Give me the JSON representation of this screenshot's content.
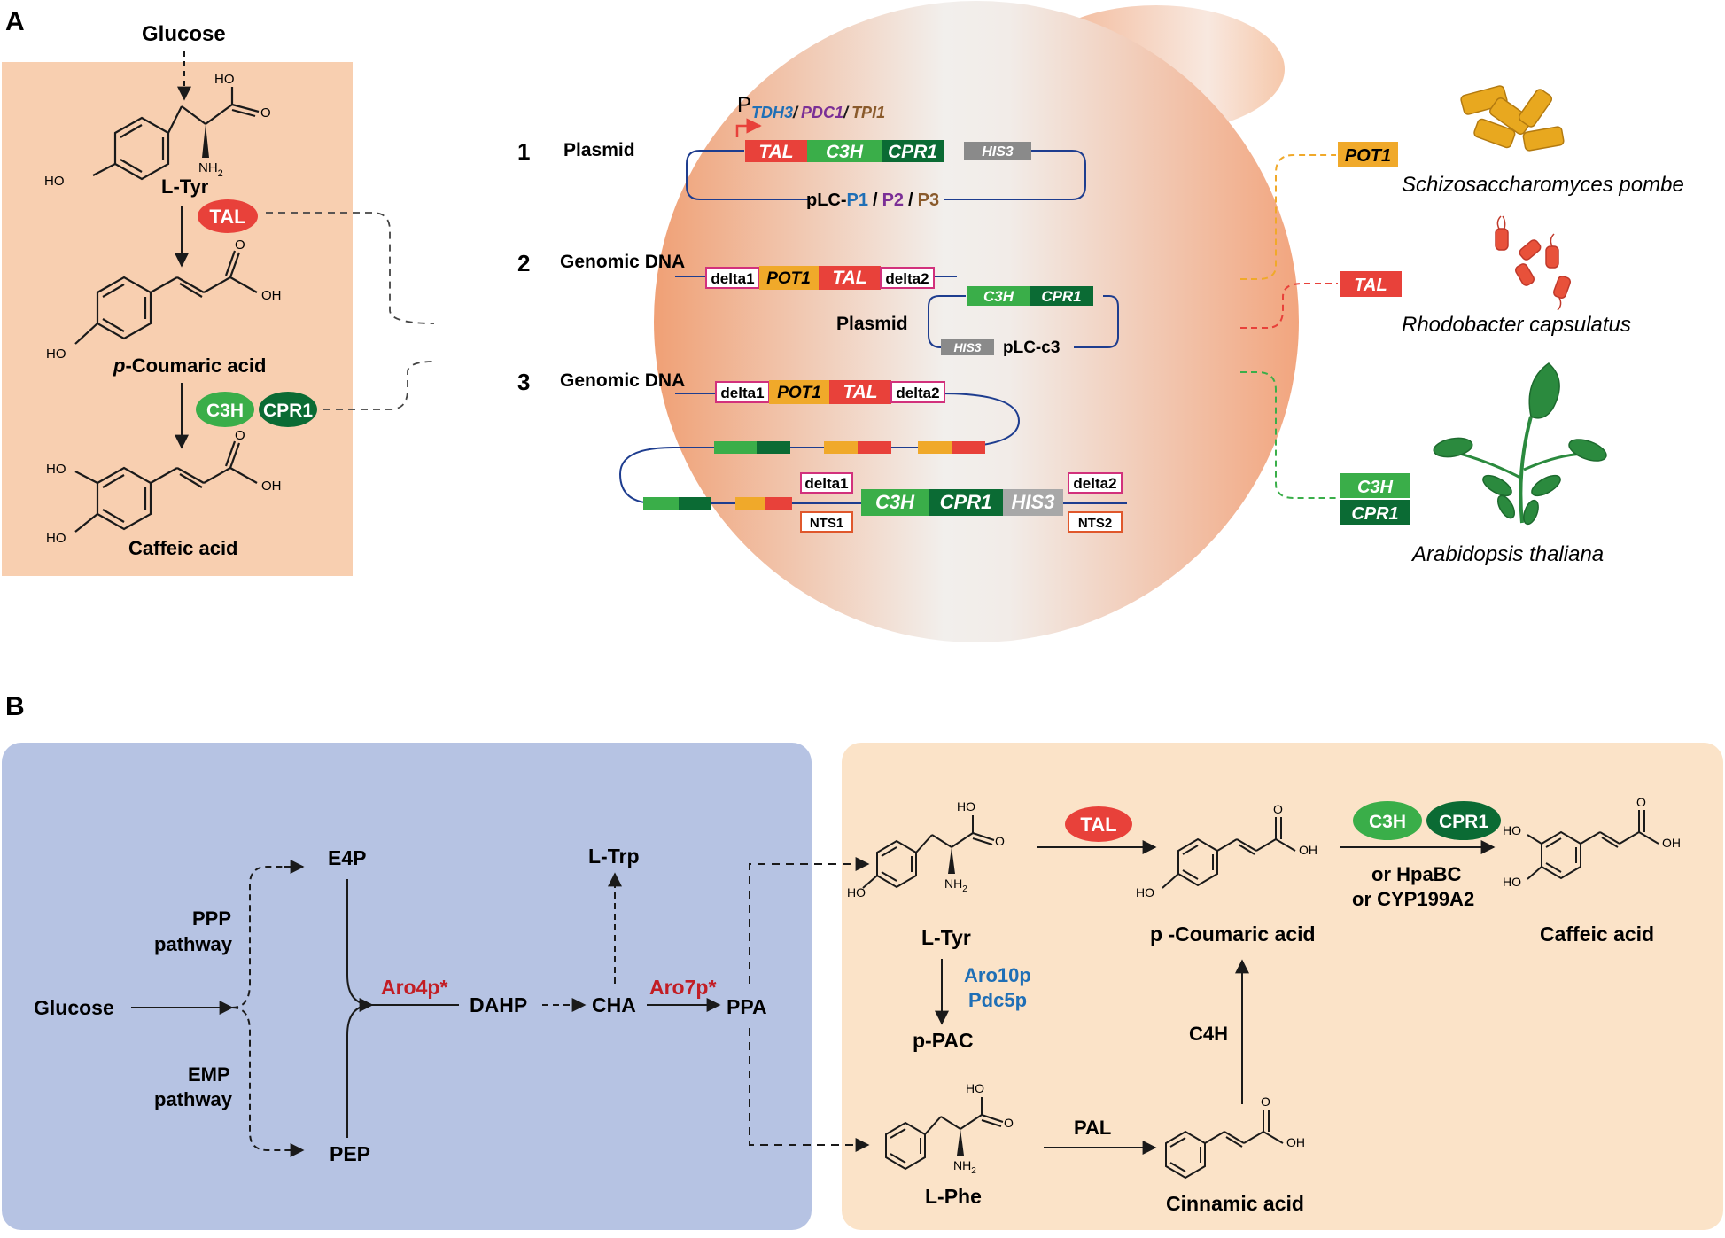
{
  "panel_a": {
    "panel_label": "A",
    "left": {
      "glucose": "Glucose",
      "ltyr": "L-Tyr",
      "tal": "TAL",
      "coumaric_p": "p",
      "coumaric_rest": "-Coumaric acid",
      "c3h": "C3H",
      "cpr1": "CPR1",
      "caffeic": "Caffeic acid",
      "ho": "HO",
      "oh": "OH",
      "o": "O",
      "nh2": "NH",
      "nh2_sub": "2"
    },
    "strategies": {
      "promoter_p": "P",
      "promoter_1": "TDH3",
      "promoter_2": "PDC1",
      "promoter_3": "TPI1",
      "slash": "/",
      "n1": "1",
      "n2": "2",
      "n3": "3",
      "plasmid": "Plasmid",
      "genomic": "Genomic DNA",
      "tal": "TAL",
      "c3h": "C3H",
      "cpr1": "CPR1",
      "his3": "HIS3",
      "pot1": "POT1",
      "delta1": "delta1",
      "delta2": "delta2",
      "plc_prefix": "pLC-",
      "p1": "P1",
      "p2": "P2",
      "p3": "P3",
      "plc_c3": "pLC-c3",
      "nts1": "NTS1",
      "nts2": "NTS2"
    },
    "sources": {
      "pot1": "POT1",
      "s_pombe": "Schizosaccharomyces pombe",
      "tal": "TAL",
      "r_caps": "Rhodobacter capsulatus",
      "c3h": "C3H",
      "cpr1": "CPR1",
      "a_thal": "Arabidopsis thaliana"
    }
  },
  "panel_b": {
    "panel_label": "B",
    "glucose": "Glucose",
    "ppp": "PPP",
    "ppp2": "pathway",
    "emp": "EMP",
    "emp2": "pathway",
    "e4p": "E4P",
    "pep": "PEP",
    "aro4": "Aro4p*",
    "dahp": "DAHP",
    "cha": "CHA",
    "ltrp": "L-Trp",
    "aro7": "Aro7p*",
    "ppa": "PPA",
    "ltyr": "L-Tyr",
    "aro10": "Aro10p",
    "pdc5": "Pdc5p",
    "ppac": "p-PAC",
    "tal": "TAL",
    "coumaric": "p -Coumaric acid",
    "c3h": "C3H",
    "cpr1": "CPR1",
    "hpabc": "or HpaBC",
    "cyp": "or CYP199A2",
    "caffeic": "Caffeic acid",
    "c4h": "C4H",
    "lphe": "L-Phe",
    "pal": "PAL",
    "cinnamic": "Cinnamic acid",
    "ho": "HO",
    "oh": "OH",
    "o": "O",
    "nh2": "NH",
    "nh2_sub": "2"
  },
  "colors": {
    "red": "#e8413a",
    "light_green": "#3aae49",
    "dark_green": "#0b6b34",
    "orange": "#f0a92a",
    "gray": "#8a8a8a",
    "blue_label": "#1f6fb6",
    "purple_label": "#7b2f96",
    "brown_label": "#8a5a2b",
    "enzyme_red": "#c21d24",
    "peach": "#f8cfb0",
    "panel_blue": "#b6c3e3",
    "panel_tan": "#fbe3c8"
  }
}
